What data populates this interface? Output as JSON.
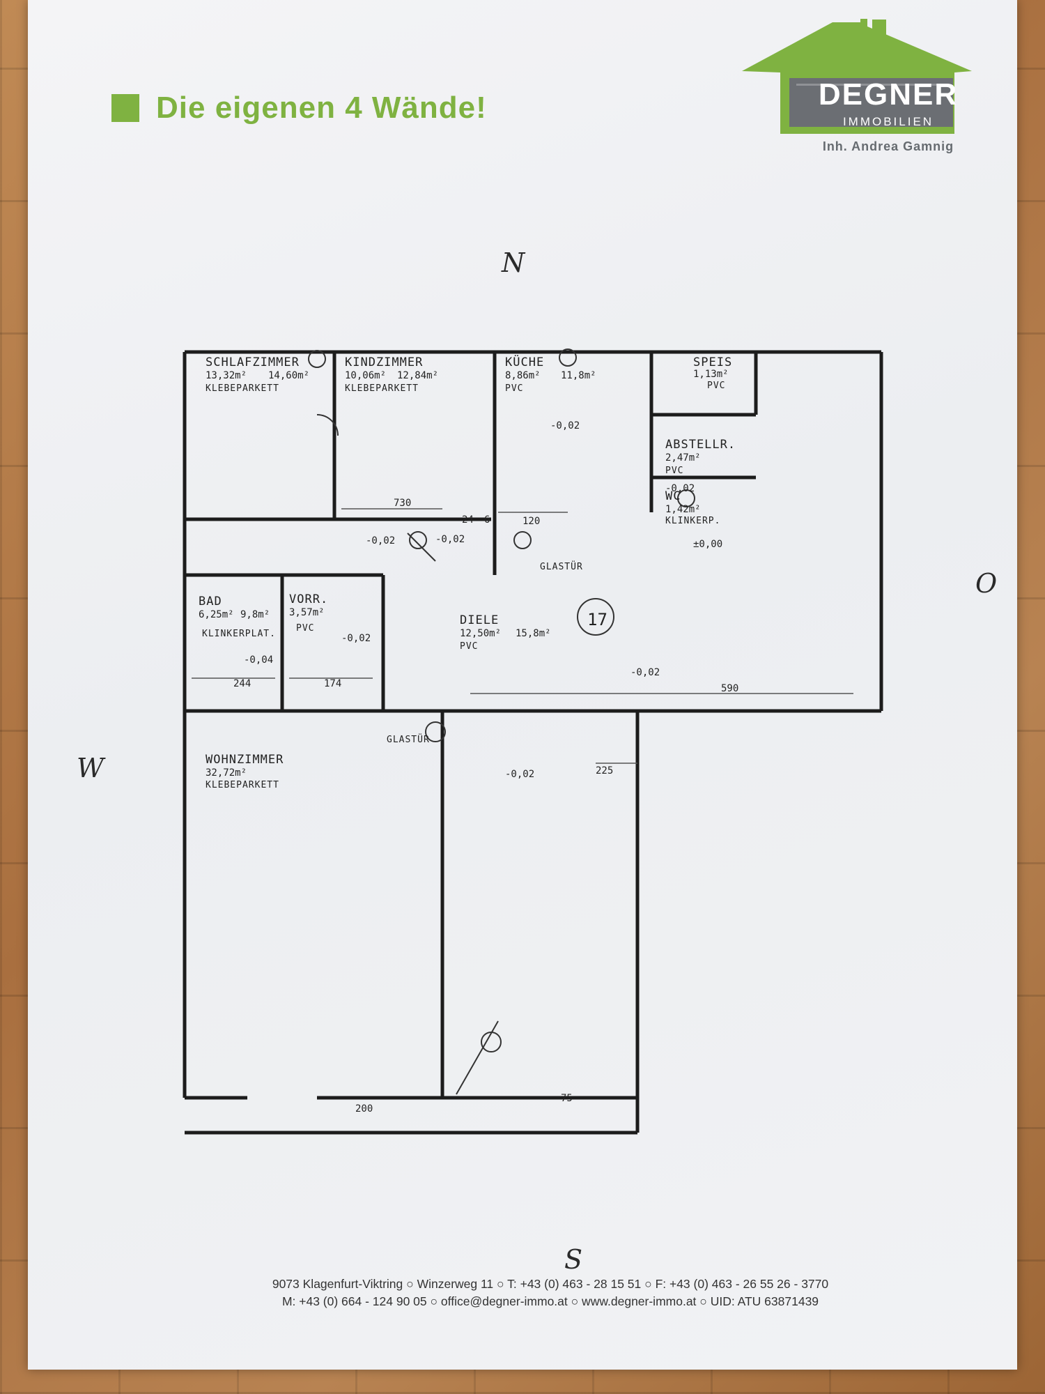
{
  "header": {
    "slogan": "Die eigenen 4 Wände!",
    "accent_color": "#7fb241",
    "logo_name": "DEGNER",
    "logo_sub": "IMMOBILIEN",
    "logo_owner": "Inh. Andrea Gamnig",
    "logo_icon": "house-icon"
  },
  "margin_marks": {
    "top": "N",
    "right": "O",
    "left": "W",
    "bottom": "S"
  },
  "floorplan": {
    "rooms": [
      {
        "name": "SCHLAFZIMMER",
        "area": "13,32m²",
        "area2": "14,60m²",
        "floor": "KLEBEPARKETT"
      },
      {
        "name": "KINDZIMMER",
        "area": "10,06m²",
        "area2": "12,84m²",
        "floor": "KLEBEPARKETT"
      },
      {
        "name": "KÜCHE",
        "area": "8,86m²",
        "area2": "11,8m²",
        "floor": "PVC"
      },
      {
        "name": "SPEIS",
        "area": "1,13m²",
        "area2": "",
        "floor": "PVC"
      },
      {
        "name": "ABSTELLR.",
        "area": "2,47m²",
        "area2": "",
        "floor": "PVC"
      },
      {
        "name": "WC",
        "area": "1,42m²",
        "area2": "",
        "floor": "KLINKERP."
      },
      {
        "name": "BAD",
        "area": "6,25m²",
        "area2": "9,8m²",
        "floor": "KLINKERPLAT."
      },
      {
        "name": "VORR.",
        "area": "3,57m²",
        "area2": "",
        "floor": "PVC"
      },
      {
        "name": "DIELE",
        "area": "12,50m²",
        "area2": "15,8m²",
        "floor": "PVC"
      },
      {
        "name": "WOHNZIMMER",
        "area": "32,72m²",
        "area2": "",
        "floor": "KLEBEPARKETT"
      }
    ],
    "levels": [
      "-0,02",
      "-0,02",
      "-0,02",
      "-0,02",
      "-0,04",
      "-0,02",
      "-0,02",
      "-0,02",
      "±0,00"
    ],
    "dims": [
      "730",
      "120",
      "244",
      "174",
      "590",
      "225",
      "75",
      "200",
      "24",
      "6"
    ],
    "labels": {
      "door_glass": "GLASTÜR",
      "door_glass2": "GLASTÜR",
      "unit_number": "17"
    }
  },
  "footer": {
    "line1": "9073 Klagenfurt-Viktring ○ Winzerweg 11 ○ T: +43 (0) 463 - 28 15 51 ○ F: +43 (0) 463 - 26 55 26 - 3770",
    "line2": "M: +43 (0) 664 - 124 90 05 ○ office@degner-immo.at ○ www.degner-immo.at ○ UID: ATU 63871439"
  }
}
